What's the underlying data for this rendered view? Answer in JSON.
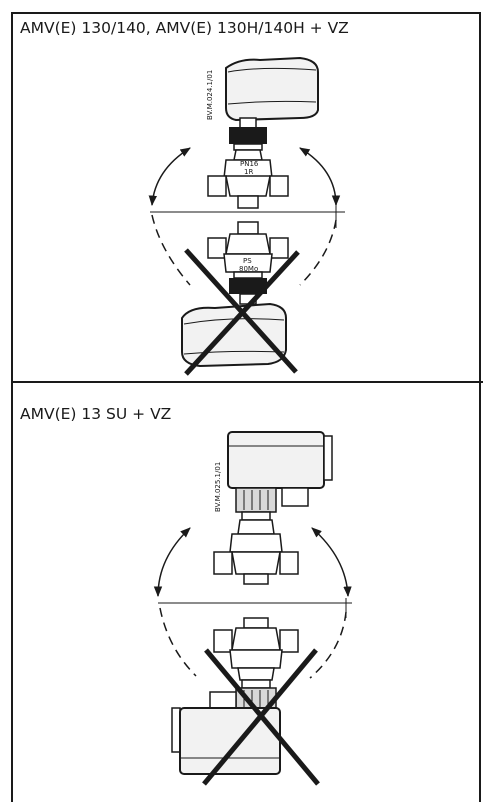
{
  "sections": [
    {
      "title": "AMV(E) 130/140, AMV(E) 130H/140H + VZ",
      "drawing_code": "BV.M.024.1/01",
      "valve_top_marking": [
        "PN16",
        "1R"
      ],
      "valve_bottom_marking": [
        "PS",
        "80Mo"
      ]
    },
    {
      "title": "AMV(E) 13 SU + VZ",
      "drawing_code": "BV.M.025.1/01"
    }
  ],
  "colors": {
    "line": "#1a1a1a",
    "fill_light": "#f2f2f2",
    "fill_mid": "#d9d9d9",
    "background": "#ffffff"
  }
}
